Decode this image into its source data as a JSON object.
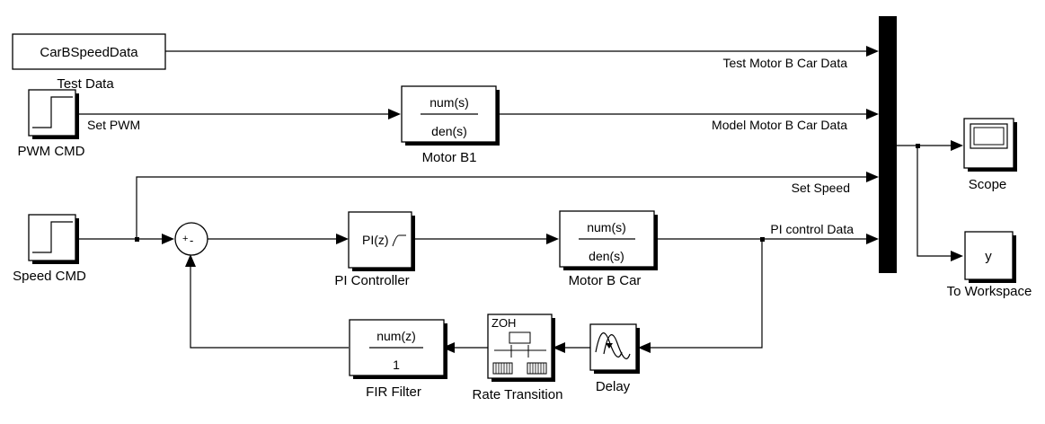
{
  "blocks": {
    "car_b_speed_data": {
      "text": "CarBSpeedData",
      "label": "Test Data"
    },
    "pwm_cmd": {
      "label": "PWM CMD"
    },
    "speed_cmd": {
      "label": "Speed CMD"
    },
    "motor_b1": {
      "num": "num(s)",
      "den": "den(s)",
      "label": "Motor B1"
    },
    "sum": {
      "plus": "+",
      "minus": "-"
    },
    "pi_controller": {
      "text": "PI(z)",
      "label": "PI Controller"
    },
    "motor_b_car": {
      "num": "num(s)",
      "den": "den(s)",
      "label": "Motor B Car"
    },
    "fir_filter": {
      "num": "num(z)",
      "den": "1",
      "label": "FIR Filter"
    },
    "rate_transition": {
      "text": "ZOH",
      "label": "Rate Transition"
    },
    "delay": {
      "label": "Delay"
    },
    "scope": {
      "label": "Scope"
    },
    "to_workspace": {
      "text": "y",
      "label": "To Workspace"
    }
  },
  "signals": {
    "test_motor": "Test Motor B Car Data",
    "set_pwm": "Set PWM",
    "model_motor": "Model Motor B Car Data",
    "set_speed": "Set Speed",
    "pi_control": "PI control Data"
  }
}
